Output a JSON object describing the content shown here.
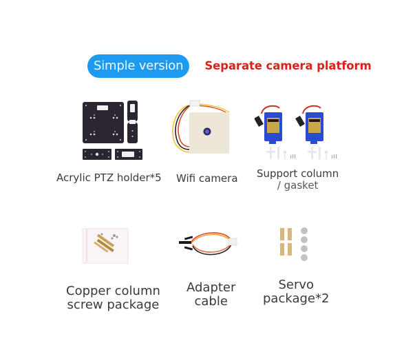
{
  "header": {
    "badge_label": "Simple version",
    "subtitle": "Separate camera platform",
    "badge_color": "#1e9bf0",
    "subtitle_color": "#d9231b"
  },
  "items": [
    {
      "id": "acrylic-ptz-holder",
      "label": "Acrylic PTZ holder*5",
      "icon": "acrylic-plates-image"
    },
    {
      "id": "wifi-camera",
      "label": "Wifi camera",
      "icon": "camera-module-image"
    },
    {
      "id": "support-column",
      "label_line1": "Support column",
      "label_line2": "/ gasket",
      "icon": "servo-motors-image"
    },
    {
      "id": "copper-column",
      "label_line1": "Copper column",
      "label_line2": "screw package",
      "icon": "screw-bag-image"
    },
    {
      "id": "adapter-cable",
      "label_line1": "Adapter",
      "label_line2": "cable",
      "icon": "cable-image"
    },
    {
      "id": "servo-package",
      "label_line1": "Servo",
      "label_line2": "package*2",
      "icon": "standoffs-washers-image"
    }
  ]
}
